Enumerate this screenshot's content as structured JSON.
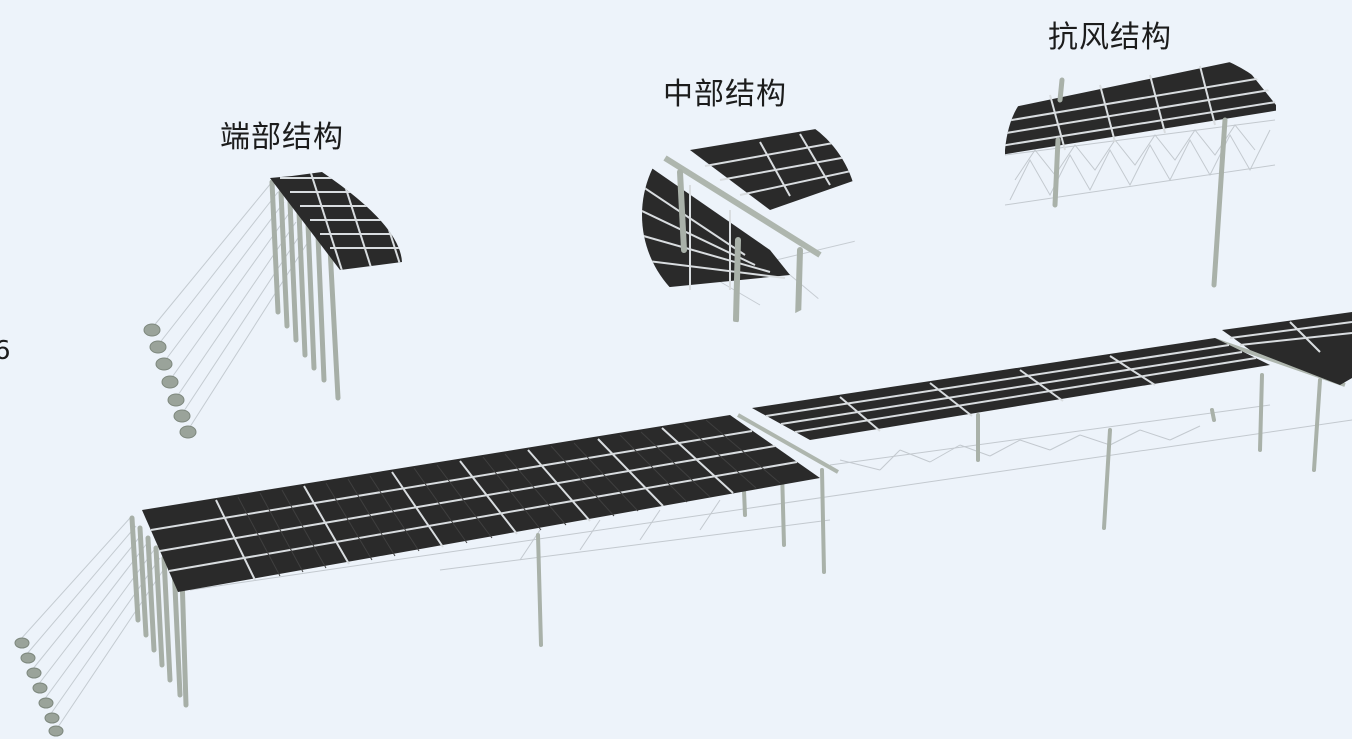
{
  "labels": {
    "end_structure": "端部结构",
    "middle_structure": "中部结构",
    "wind_structure": "抗风结构",
    "edge_fragment": "6"
  },
  "colors": {
    "background": "#edf3fa",
    "panel": "#2a2a2a",
    "panel_gap": "#d9dde0",
    "post": "#aeb6ae",
    "cable": "#b9c0c6",
    "anchor": "#9aa39a"
  }
}
